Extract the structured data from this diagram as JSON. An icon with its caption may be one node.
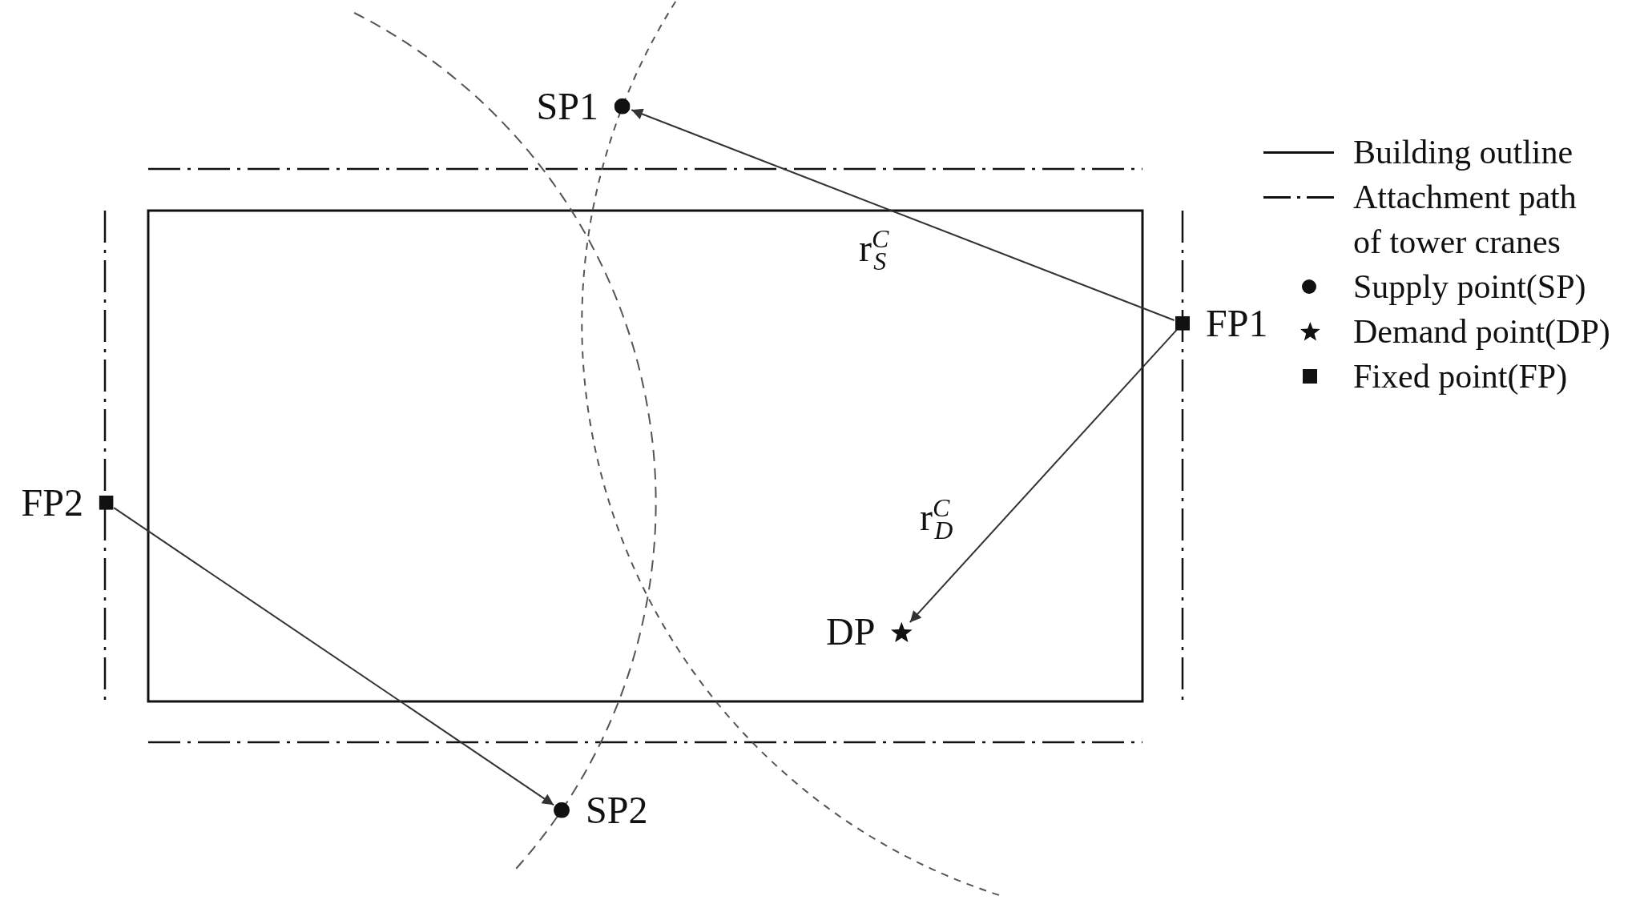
{
  "diagram": {
    "nodes": [
      {
        "text": [
          "SP1"
        ]
      },
      {
        "text": [
          "FP1"
        ]
      },
      {
        "text": [
          "FP2"
        ]
      },
      {
        "text": [
          "DP"
        ]
      },
      {
        "text": [
          "SP2"
        ]
      }
    ],
    "edges": [
      {
        "from": 1,
        "to": 0,
        "arrow": "to",
        "label": "r$^{C}$$_{S}$"
      },
      {
        "from": 1,
        "to": 3,
        "arrow": "to",
        "label": "r$^{C}$$_{D}$"
      },
      {
        "from": 2,
        "to": 4,
        "arrow": "to"
      }
    ],
    "legend": [
      {
        "text": "Building outline"
      },
      {
        "text": "Attachment path of tower cranes"
      },
      {
        "text": "Supply point(SP)"
      },
      {
        "text": "Demand point(DP)"
      },
      {
        "text": "Fixed point(FP)"
      }
    ]
  }
}
